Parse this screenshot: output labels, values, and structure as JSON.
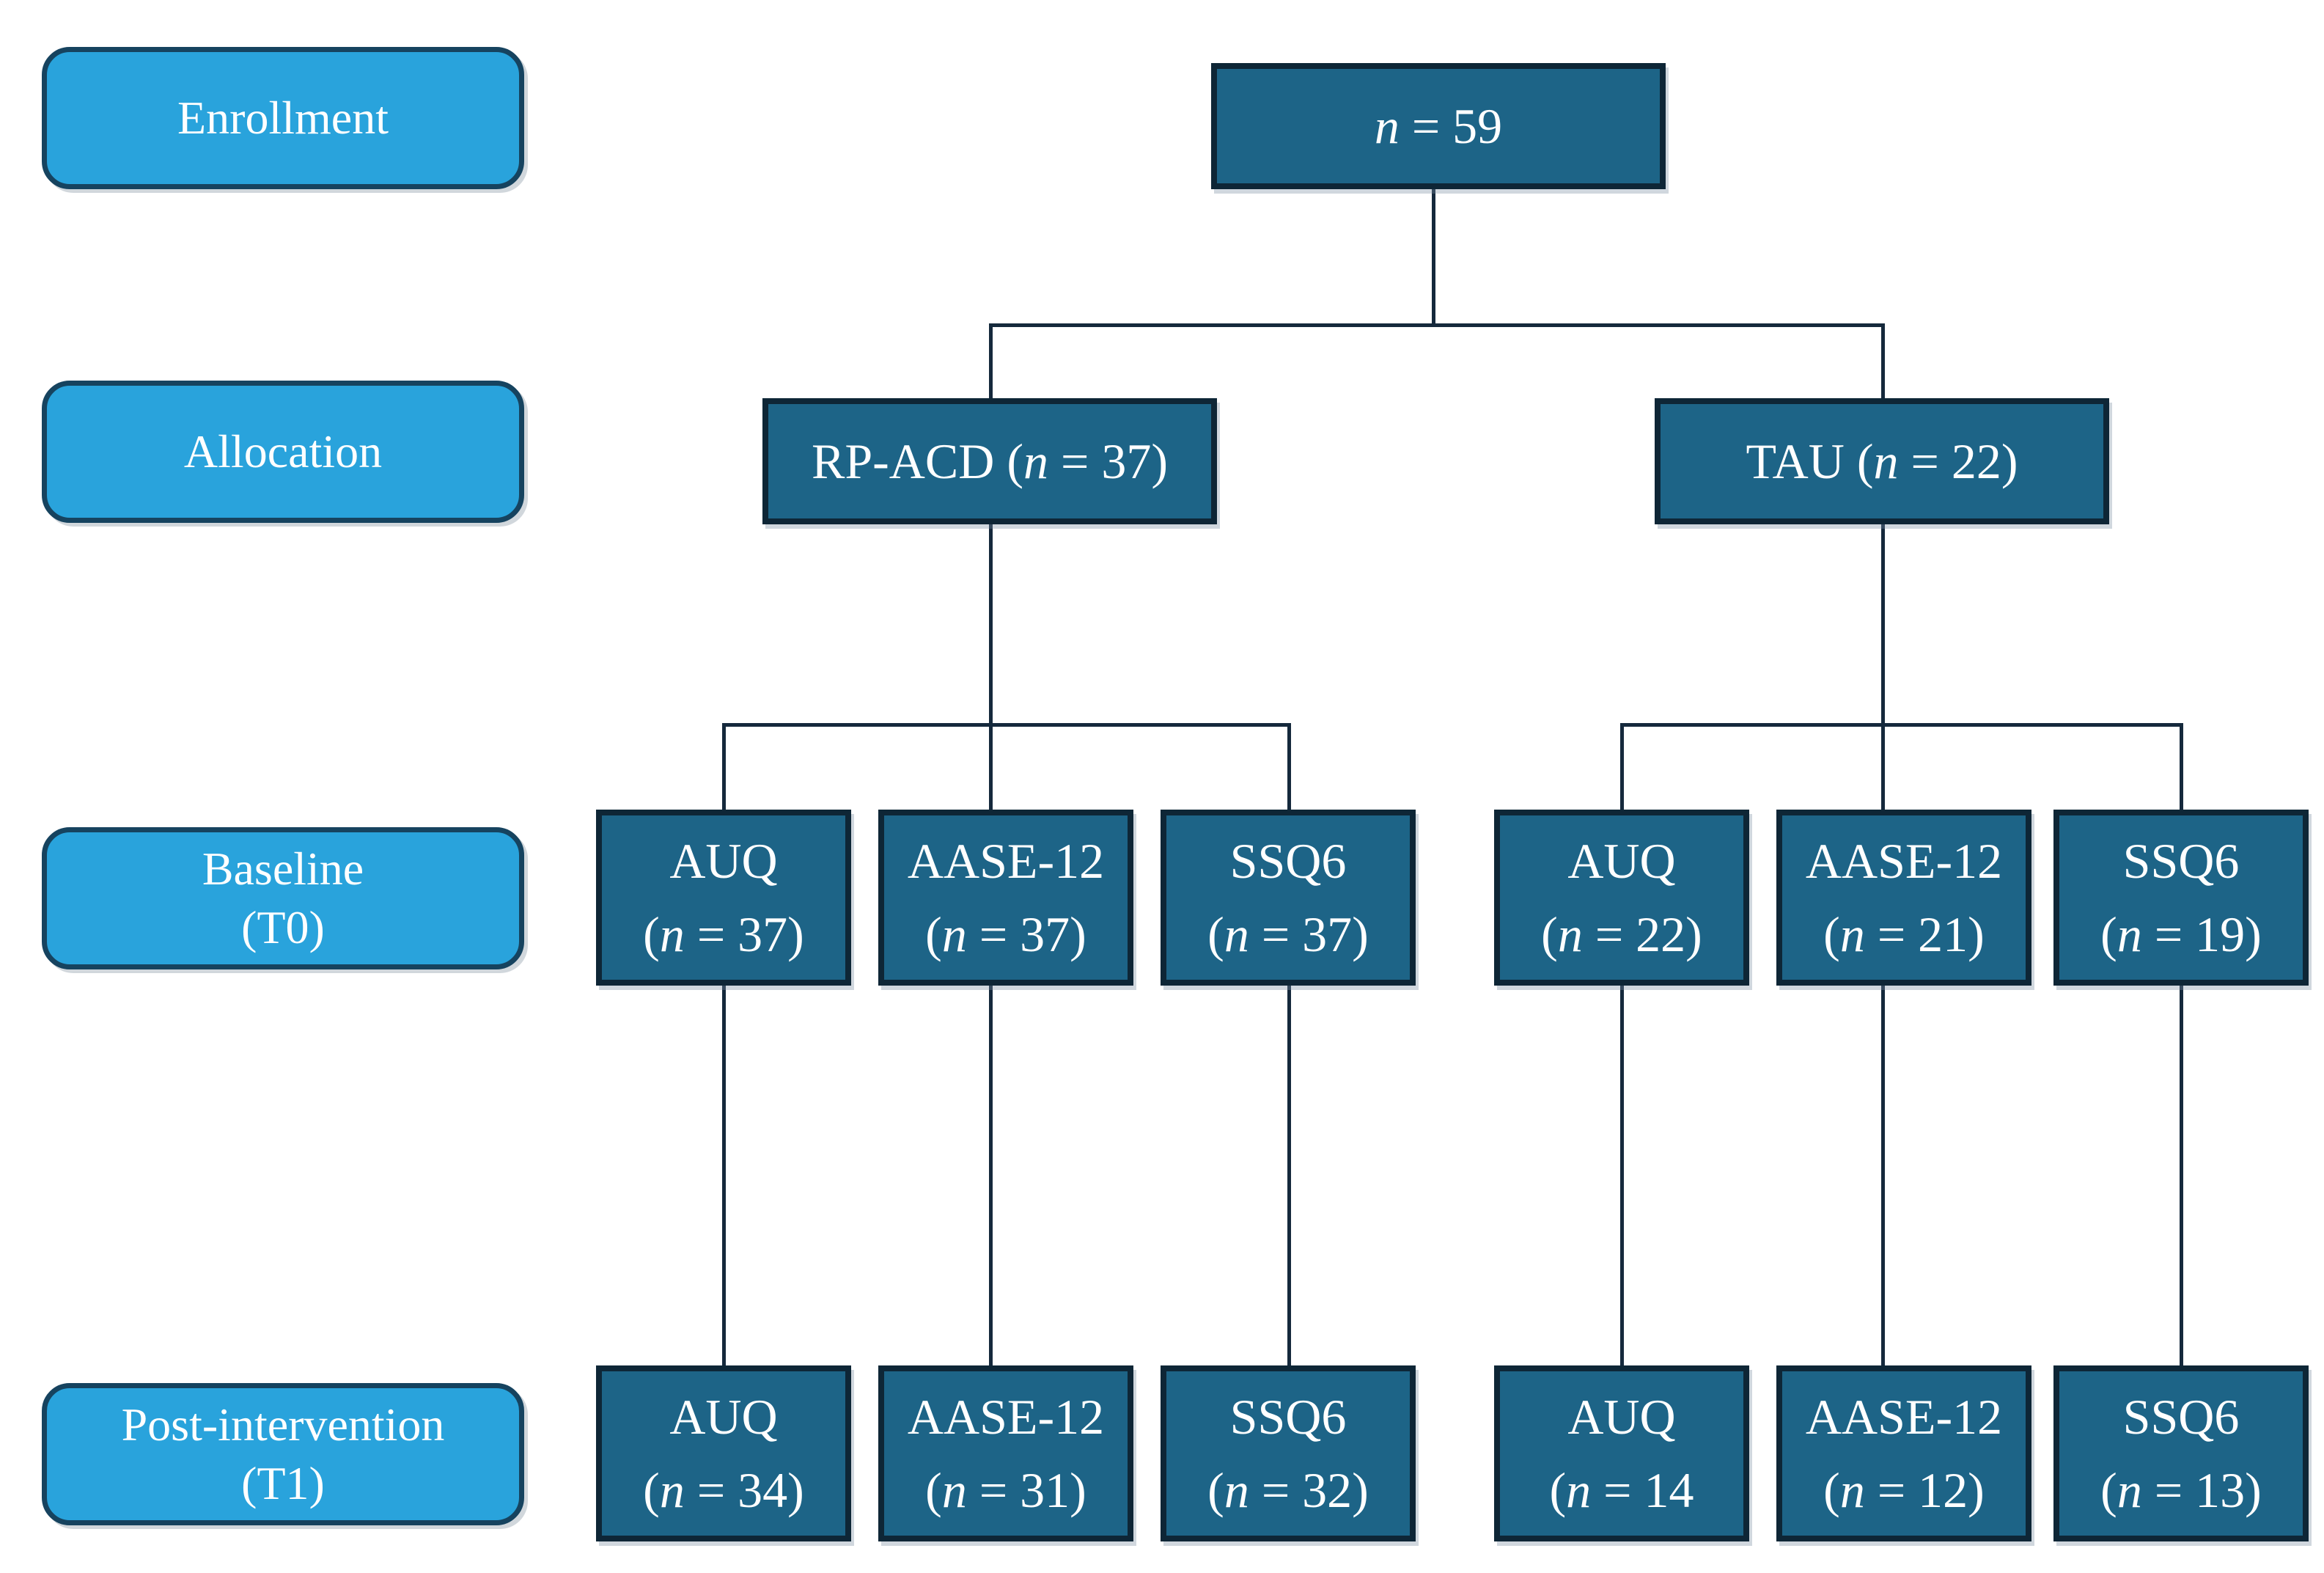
{
  "diagram": {
    "title_hint": "Participant flow diagram",
    "colors": {
      "stage_fill": "#29a3dc",
      "stage_border": "#16435f",
      "node_fill": "#1d6487",
      "node_border": "#0e2636",
      "line_color": "#15293c",
      "text_color": "#ffffff"
    },
    "stages": [
      {
        "label": "Enrollment",
        "sub": ""
      },
      {
        "label": "Allocation",
        "sub": ""
      },
      {
        "label": "Baseline",
        "sub": "(T0)"
      },
      {
        "label": "Post-intervention",
        "sub": "(T1)"
      }
    ],
    "enrollment": {
      "pre": "",
      "n": "n",
      "post": " = 59"
    },
    "allocation": [
      {
        "pre": "RP-ACD (",
        "n": "n",
        "post": " = 37)"
      },
      {
        "pre": "TAU (",
        "n": "n",
        "post": " = 22)"
      }
    ],
    "baseline": [
      {
        "title": "AUQ",
        "pre": "(",
        "n": "n",
        "post": " = 37)"
      },
      {
        "title": "AASE-12",
        "pre": "(",
        "n": "n",
        "post": " = 37)"
      },
      {
        "title": "SSQ6",
        "pre": "(",
        "n": "n",
        "post": " = 37)"
      },
      {
        "title": "AUQ",
        "pre": "(",
        "n": "n",
        "post": " = 22)"
      },
      {
        "title": "AASE-12",
        "pre": "(",
        "n": "n",
        "post": " = 21)"
      },
      {
        "title": "SSQ6",
        "pre": "(",
        "n": "n",
        "post": " = 19)"
      }
    ],
    "post_intervention": [
      {
        "title": "AUQ",
        "pre": "(",
        "n": "n",
        "post": " = 34)"
      },
      {
        "title": "AASE-12",
        "pre": "(",
        "n": "n",
        "post": " = 31)"
      },
      {
        "title": "SSQ6",
        "pre": "(",
        "n": "n",
        "post": " = 32)"
      },
      {
        "title": "AUQ",
        "pre": "(",
        "n": "n",
        "post": " = 14"
      },
      {
        "title": "AASE-12",
        "pre": "(",
        "n": "n",
        "post": " = 12)"
      },
      {
        "title": "SSQ6",
        "pre": "(",
        "n": "n",
        "post": " = 13)"
      }
    ]
  }
}
